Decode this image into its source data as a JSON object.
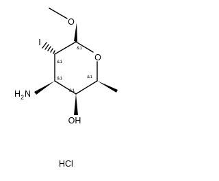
{
  "molecule": {
    "atoms": {
      "oxygen_methoxy": "O",
      "iodine": "I",
      "oxygen_ring": "O",
      "amine_n": "N",
      "amine_h": "H",
      "amine_h_count": "2",
      "hydroxyl": "OH"
    },
    "stereo_labels": {
      "c1": "&1",
      "c2": "&1",
      "c3": "&1",
      "c4": "&1",
      "c5": "&1"
    },
    "salt": "HCl"
  }
}
